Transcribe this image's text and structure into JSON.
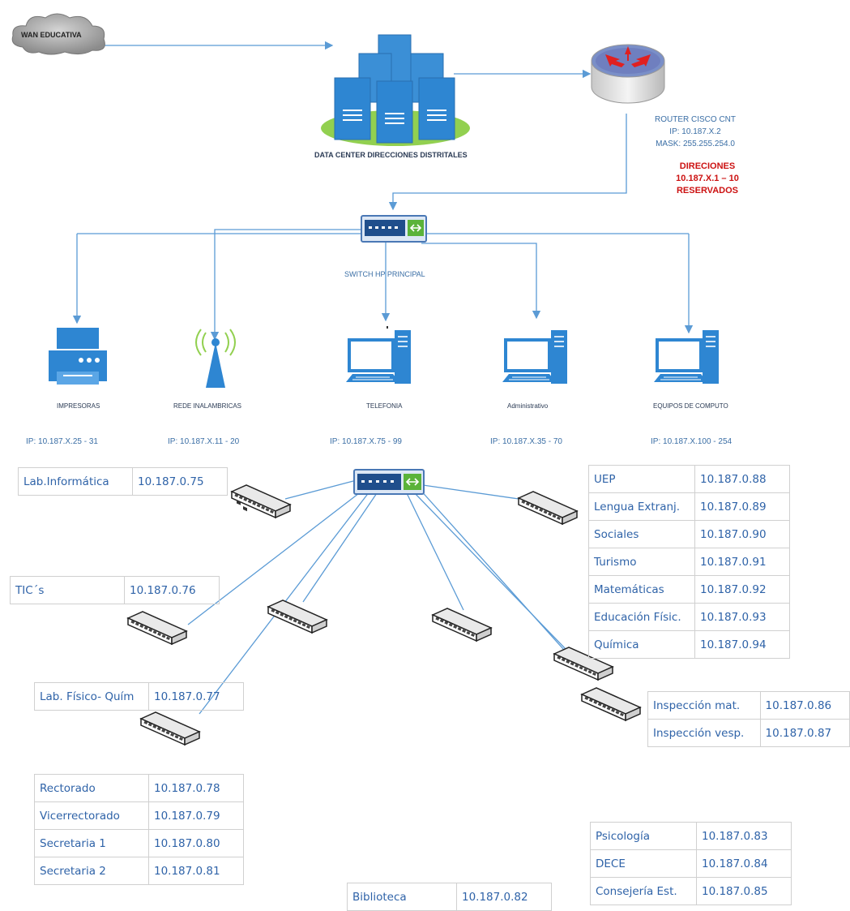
{
  "top": {
    "wan_label": "WAN EDUCATIVA",
    "datacenter_label": "DATA CENTER DIRECCIONES DISTRITALES",
    "router": {
      "name": "ROUTER CISCO CNT",
      "ip": "IP: 10.187.X.2",
      "mask": "MASK: 255.255.254.0"
    },
    "reserved": [
      "DIRECIONES",
      "10.187.X.1 – 10",
      "RESERVADOS"
    ],
    "switch_label": "SWITCH HP PRINCIPAL"
  },
  "categories": [
    {
      "name": "IMPRESORAS",
      "ip": "IP: 10.187.X.25 - 31",
      "icon": "printer-icon"
    },
    {
      "name": "REDE INALAMBRICAS",
      "ip": "IP:  10.187.X.11 - 20",
      "icon": "wireless-antenna-icon"
    },
    {
      "name": "TELEFONIA",
      "ip": "IP:  10.187.X.75 - 99",
      "icon": "computer-icon"
    },
    {
      "name": "Administrativo",
      "ip": "IP:  10.187.X.35 - 70",
      "icon": "computer-icon"
    },
    {
      "name": "EQUIPOS DE COMPUTO",
      "ip": "IP: 10.187.X.100 - 254",
      "icon": "computer-icon"
    }
  ],
  "tables": {
    "lab_informatica": [
      [
        "Lab.Informática",
        "10.187.0.75"
      ]
    ],
    "tics": [
      [
        "TIC´s",
        "10.187.0.76"
      ]
    ],
    "lab_fisico": [
      [
        "Lab. Físico- Quím",
        "10.187.0.77"
      ]
    ],
    "rectorado": [
      [
        "Rectorado",
        "10.187.0.78"
      ],
      [
        "Vicerrectorado",
        "10.187.0.79"
      ],
      [
        "Secretaria 1",
        "10.187.0.80"
      ],
      [
        "Secretaria 2",
        "10.187.0.81"
      ]
    ],
    "biblioteca": [
      [
        "Biblioteca",
        "10.187.0.82"
      ]
    ],
    "psicologia": [
      [
        "Psicología",
        "10.187.0.83"
      ],
      [
        "DECE",
        "10.187.0.84"
      ],
      [
        "Consejería Est.",
        "10.187.0.85"
      ]
    ],
    "inspeccion": [
      [
        "Inspección mat.",
        "10.187.0.86"
      ],
      [
        "Inspección vesp.",
        "10.187.0.87"
      ]
    ],
    "uep": [
      [
        "UEP",
        "10.187.0.88"
      ],
      [
        "Lengua Extranj.",
        "10.187.0.89"
      ],
      [
        "Sociales",
        "10.187.0.90"
      ],
      [
        "Turismo",
        "10.187.0.91"
      ],
      [
        "Matemáticas",
        "10.187.0.92"
      ],
      [
        "Educación Físic.",
        "10.187.0.93"
      ],
      [
        "Química",
        "10.187.0.94"
      ]
    ]
  },
  "colors": {
    "wire": "#5b9bd5",
    "text_blue": "#3a6ea5",
    "device_blue": "#4a90d9",
    "reserved_red": "#cc1111"
  }
}
